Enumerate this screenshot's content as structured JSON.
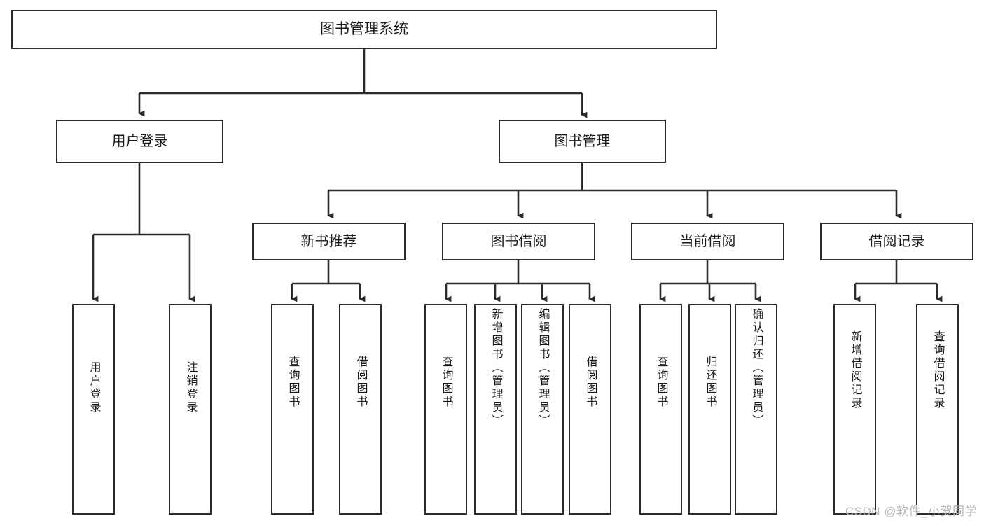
{
  "diagram": {
    "type": "tree-hierarchy",
    "title": "图书管理系统",
    "watermark": "CSDN @软件_小贺同学",
    "root": {
      "id": "root",
      "label": "图书管理系统"
    },
    "level2": [
      {
        "id": "user-login",
        "label": "用户登录"
      },
      {
        "id": "book-manage",
        "label": "图书管理"
      }
    ],
    "level3": [
      {
        "id": "new-book-recommend",
        "label": "新书推荐",
        "parent": "book-manage"
      },
      {
        "id": "book-borrow",
        "label": "图书借阅",
        "parent": "book-manage"
      },
      {
        "id": "current-borrow",
        "label": "当前借阅",
        "parent": "book-manage"
      },
      {
        "id": "borrow-record",
        "label": "借阅记录",
        "parent": "book-manage"
      }
    ],
    "leaves": [
      {
        "id": "leaf-user-login",
        "label": "用户登录",
        "parent": "user-login"
      },
      {
        "id": "leaf-logout",
        "label": "注销登录",
        "parent": "user-login"
      },
      {
        "id": "leaf-query-book-1",
        "label": "查询图书",
        "parent": "new-book-recommend"
      },
      {
        "id": "leaf-borrow-book-1",
        "label": "借阅图书",
        "parent": "new-book-recommend"
      },
      {
        "id": "leaf-query-book-2",
        "label": "查询图书",
        "parent": "book-borrow"
      },
      {
        "id": "leaf-add-book",
        "label": "新增图书（管理员）",
        "parent": "book-borrow"
      },
      {
        "id": "leaf-edit-book",
        "label": "编辑图书（管理员）",
        "parent": "book-borrow"
      },
      {
        "id": "leaf-borrow-book-2",
        "label": "借阅图书",
        "parent": "book-borrow"
      },
      {
        "id": "leaf-query-book-3",
        "label": "查询图书",
        "parent": "current-borrow"
      },
      {
        "id": "leaf-return-book",
        "label": "归还图书",
        "parent": "current-borrow"
      },
      {
        "id": "leaf-confirm-return",
        "label": "确认归还（管理员）",
        "parent": "current-borrow"
      },
      {
        "id": "leaf-add-record",
        "label": "新增借阅记录",
        "parent": "borrow-record"
      },
      {
        "id": "leaf-query-record",
        "label": "查询借阅记录",
        "parent": "borrow-record"
      }
    ],
    "colors": {
      "stroke": "#2b2b2b",
      "fill": "#ffffff",
      "text": "#1b1b1b",
      "watermark": "#b9b9b9"
    }
  }
}
